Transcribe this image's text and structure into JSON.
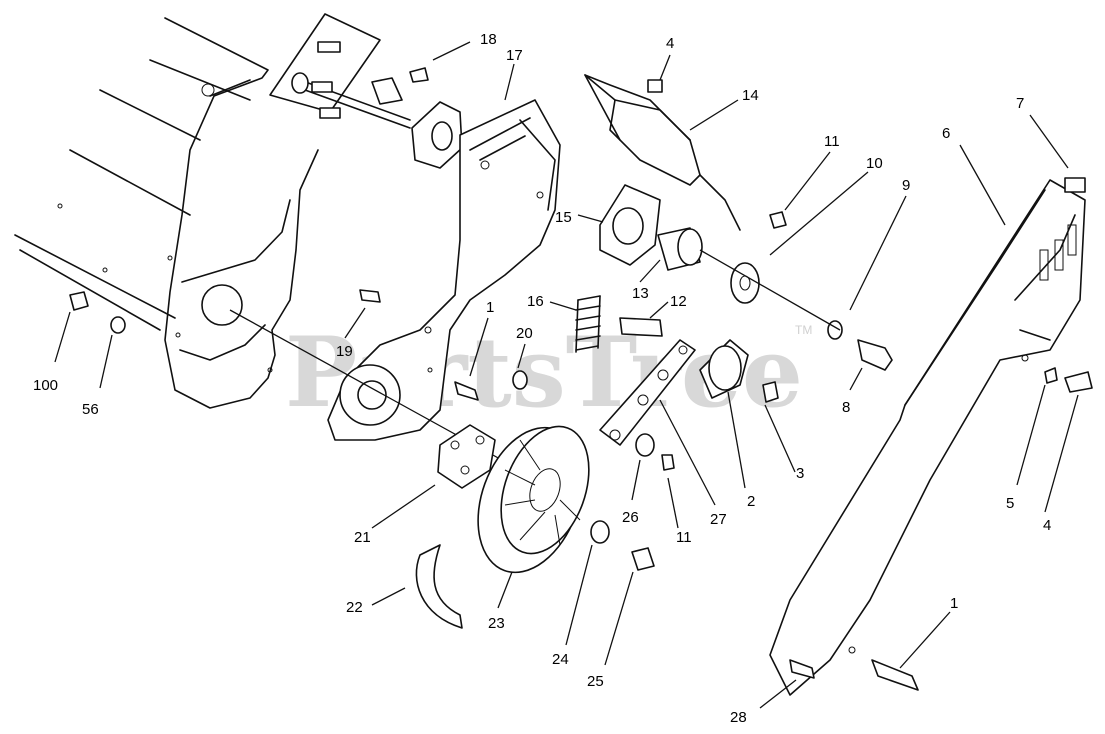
{
  "watermark": {
    "text": "PartsTree",
    "tm": "TM"
  },
  "callouts": [
    {
      "id": "c18",
      "label": "18"
    },
    {
      "id": "c17",
      "label": "17"
    },
    {
      "id": "c4a",
      "label": "4"
    },
    {
      "id": "c14",
      "label": "14"
    },
    {
      "id": "c7",
      "label": "7"
    },
    {
      "id": "c6",
      "label": "6"
    },
    {
      "id": "c11a",
      "label": "11"
    },
    {
      "id": "c10",
      "label": "10"
    },
    {
      "id": "c9",
      "label": "9"
    },
    {
      "id": "c15",
      "label": "15"
    },
    {
      "id": "c13",
      "label": "13"
    },
    {
      "id": "c16",
      "label": "16"
    },
    {
      "id": "c12",
      "label": "12"
    },
    {
      "id": "c1a",
      "label": "1"
    },
    {
      "id": "c20",
      "label": "20"
    },
    {
      "id": "c19",
      "label": "19"
    },
    {
      "id": "c100",
      "label": "100"
    },
    {
      "id": "c56",
      "label": "56"
    },
    {
      "id": "c8",
      "label": "8"
    },
    {
      "id": "c3",
      "label": "3"
    },
    {
      "id": "c2",
      "label": "2"
    },
    {
      "id": "c27",
      "label": "27"
    },
    {
      "id": "c26",
      "label": "26"
    },
    {
      "id": "c11b",
      "label": "11"
    },
    {
      "id": "c5",
      "label": "5"
    },
    {
      "id": "c4b",
      "label": "4"
    },
    {
      "id": "c21",
      "label": "21"
    },
    {
      "id": "c22",
      "label": "22"
    },
    {
      "id": "c23",
      "label": "23"
    },
    {
      "id": "c24",
      "label": "24"
    },
    {
      "id": "c25",
      "label": "25"
    },
    {
      "id": "c1b",
      "label": "1"
    },
    {
      "id": "c28",
      "label": "28"
    }
  ]
}
